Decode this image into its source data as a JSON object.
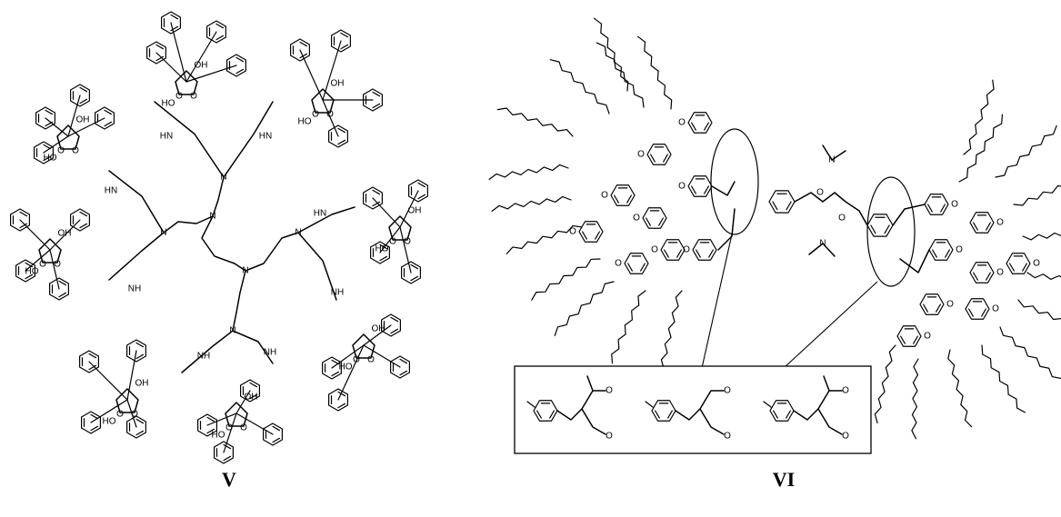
{
  "figure": {
    "left": {
      "caption": "V",
      "atom_labels": {
        "hydroxyl": "OH",
        "hydroxyl_left": "HO",
        "oxygen": "O",
        "nitrogen": "N",
        "amide_nh": "HN",
        "amide_nh2": "NH",
        "hydrogen": "H"
      }
    },
    "right": {
      "caption": "VI",
      "atom_labels": {
        "oxygen": "O",
        "nitrogen": "N"
      },
      "inset": {
        "variants": 3
      }
    }
  }
}
